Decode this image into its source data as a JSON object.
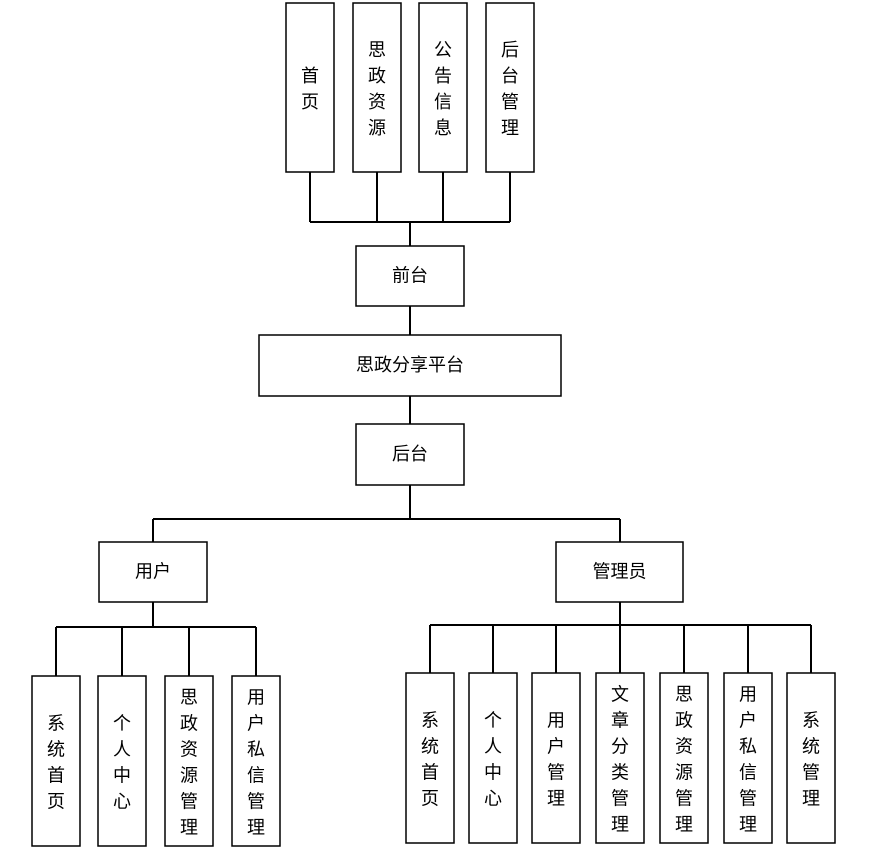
{
  "diagram": {
    "root": "思政分享平台",
    "frontend": {
      "label": "前台",
      "modules": [
        "首页",
        "思政资源",
        "公告信息",
        "后台管理"
      ]
    },
    "backend": {
      "label": "后台",
      "roles": [
        {
          "label": "用户",
          "modules": [
            "系统首页",
            "个人中心",
            "思政资源管理",
            "用户私信管理"
          ]
        },
        {
          "label": "管理员",
          "modules": [
            "系统首页",
            "个人中心",
            "用户管理",
            "文章分类管理",
            "思政资源管理",
            "用户私信管理",
            "系统管理"
          ]
        }
      ]
    }
  }
}
